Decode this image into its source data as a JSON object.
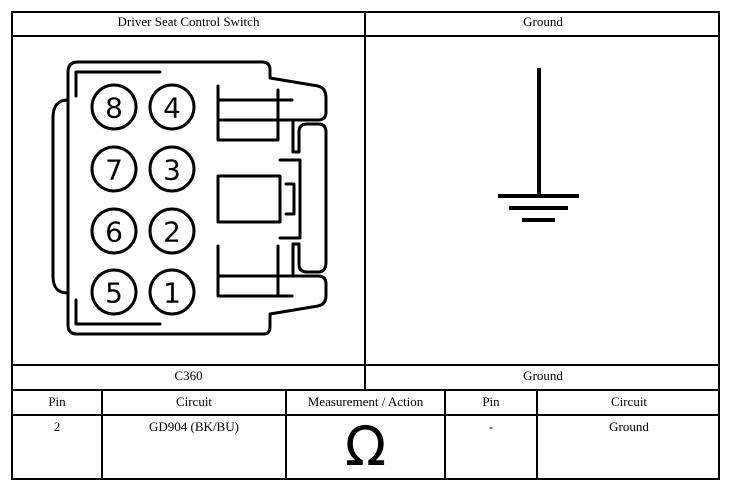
{
  "top_left_header": "Driver Seat Control Switch",
  "top_right_header": "Ground",
  "bottom_left_label": "C360",
  "bottom_right_label": "Ground",
  "connector_pins": [
    "8",
    "4",
    "7",
    "3",
    "6",
    "2",
    "5",
    "1"
  ],
  "table": {
    "headers": [
      "Pin",
      "Circuit",
      "Measurement / Action",
      "Pin",
      "Circuit"
    ],
    "row": {
      "pin": "2",
      "circuit": "GD904 (BK/BU)",
      "measurement_symbol": "Ω",
      "pin2": "-",
      "circuit2": "Ground"
    }
  }
}
